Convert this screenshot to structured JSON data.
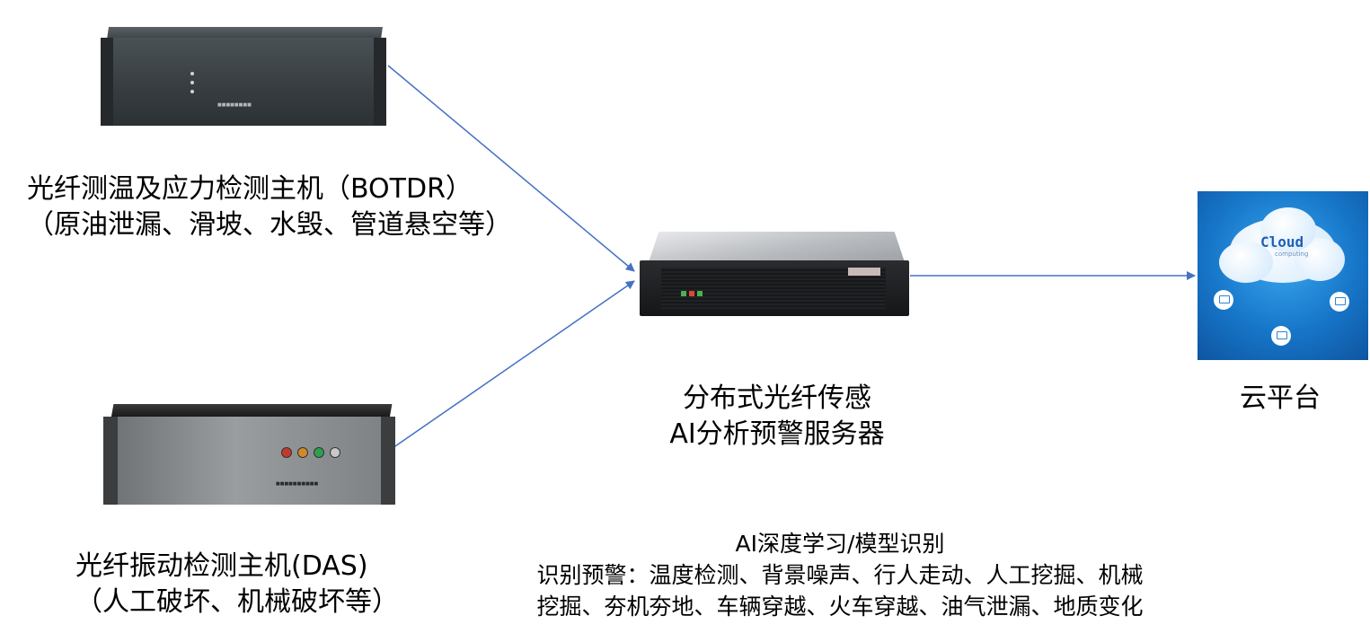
{
  "nodes": {
    "botdr": {
      "title": "光纤测温及应力检测主机（BOTDR）",
      "subtitle": "（原油泄漏、滑坡、水毁、管道悬空等）"
    },
    "das": {
      "title": "光纤振动检测主机(DAS)",
      "subtitle": "（人工破坏、机械破坏等）"
    },
    "server": {
      "line1": "分布式光纤传感",
      "line2": "AI分析预警服务器"
    },
    "cloud": {
      "label": "云平台",
      "logo_word": "Cloud",
      "logo_sub": "computing"
    }
  },
  "ai_text": {
    "heading": "AI深度学习/模型识别",
    "line1": "识别预警：温度检测、背景噪声、行人走动、人工挖掘、机械",
    "line2": "挖掘、夯机夯地、车辆穿越、火车穿越、油气泄漏、地质变化"
  },
  "colors": {
    "arrow": "#4472c4"
  },
  "edges": [
    {
      "from": "botdr",
      "to": "server"
    },
    {
      "from": "das",
      "to": "server"
    },
    {
      "from": "server",
      "to": "cloud"
    }
  ]
}
